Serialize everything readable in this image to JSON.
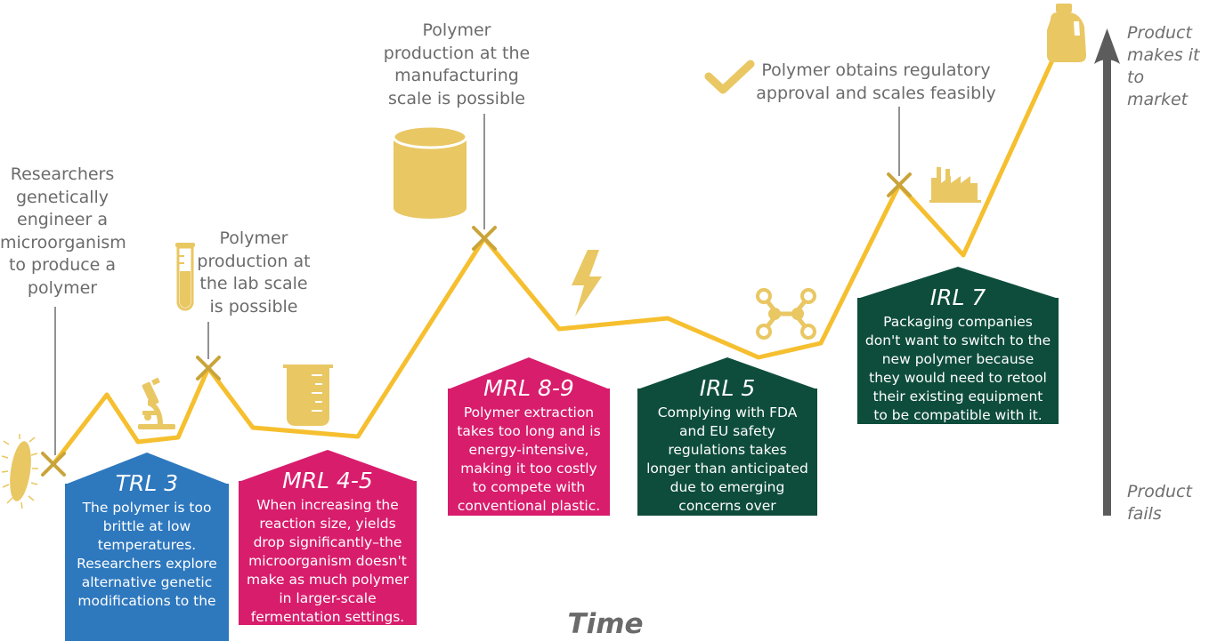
{
  "colors": {
    "path": "#f6bf2f",
    "icon": "#e9c763",
    "marker": "#c9a43a",
    "leader": "#777777",
    "arrow": "#5c5c5c",
    "trl": "#2e78be",
    "mrl": "#d81d6c",
    "irl": "#0e4d3c"
  },
  "icons": [
    "bacterium-icon",
    "microscope-icon",
    "test-tube-icon",
    "beaker-icon",
    "barrel-icon",
    "lightning-icon",
    "molecule-icon",
    "checkmark-icon",
    "factory-icon",
    "jug-icon"
  ],
  "milestones": [
    {
      "text": "Researchers genetically engineer a microorganism to produce a polymer"
    },
    {
      "text": "Polymer production at the lab scale is possible"
    },
    {
      "text": "Polymer production at the manufacturing scale is possible"
    },
    {
      "text": "Polymer obtains regulatory approval and scales feasibly"
    }
  ],
  "setbacks": [
    {
      "title": "TRL 3",
      "text": "The polymer is too brittle at low temperatures. Researchers explore alternative genetic modifications to the"
    },
    {
      "title": "MRL 4-5",
      "text": "When increasing the reaction size, yields drop significantly–the microorganism doesn't make as much polymer in larger-scale fermentation settings."
    },
    {
      "title": "MRL 8-9",
      "text": "Polymer extraction takes too long and is energy-intensive, making it too costly to compete with conventional plastic."
    },
    {
      "title": "IRL 5",
      "text": "Complying with FDA and EU safety regulations takes longer than anticipated due to emerging concerns over microplastic residue."
    },
    {
      "title": "IRL 7",
      "text": "Packaging companies don't want to switch to the new polymer because they would need to retool their existing equipment to be compatible with it."
    }
  ],
  "axis": {
    "top_label": "Product makes it to market",
    "bottom_label": "Product fails",
    "x_label": "Time"
  }
}
